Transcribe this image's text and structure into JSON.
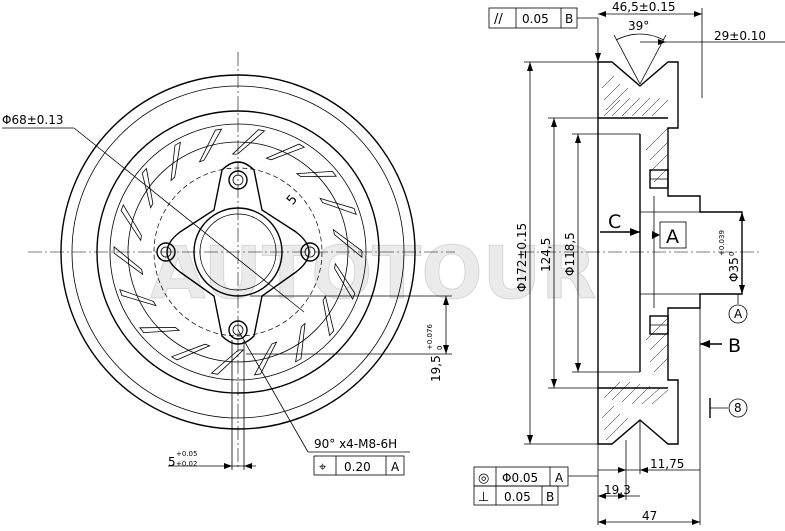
{
  "front_view": {
    "bore_diameter": "Φ68±0.13",
    "depth_label": "5",
    "hole_spec": "90° x4-M8-6H",
    "position_tol": {
      "symbol": "⌖",
      "value": "0.20",
      "datum": "A"
    },
    "offset_main": "19,5",
    "offset_tol_upper": "+0.076",
    "offset_tol_lower": "0",
    "bottom_main": "5",
    "bottom_tol_upper": "+0.05",
    "bottom_tol_lower": "+0.02",
    "watermark": "AUTOTOUR"
  },
  "side_view": {
    "parallel_tol": {
      "symbol": "//",
      "value": "0.05",
      "datum": "B"
    },
    "width_top": "46,5±0.15",
    "angle": "39°",
    "width_right": "29±0.10",
    "dia_outer": "Φ172±0.15",
    "dim_124": "124,5",
    "dia_inner": "Φ118,5",
    "view_label": "C",
    "datum_label": "A",
    "bore_main": "Φ35",
    "bore_tol_upper": "+0.039",
    "bore_tol_lower": "0",
    "datum_a_circle": "A",
    "datum_b": "B",
    "section_number": "8",
    "circularity_tol": {
      "symbol": "◎",
      "value": "Φ0.05",
      "datum": "A"
    },
    "perp_tol": {
      "symbol": "⊥",
      "value": "0.05",
      "datum": "B"
    },
    "dim_1175": "11,75",
    "dim_193": "19,3",
    "dim_47": "47"
  }
}
